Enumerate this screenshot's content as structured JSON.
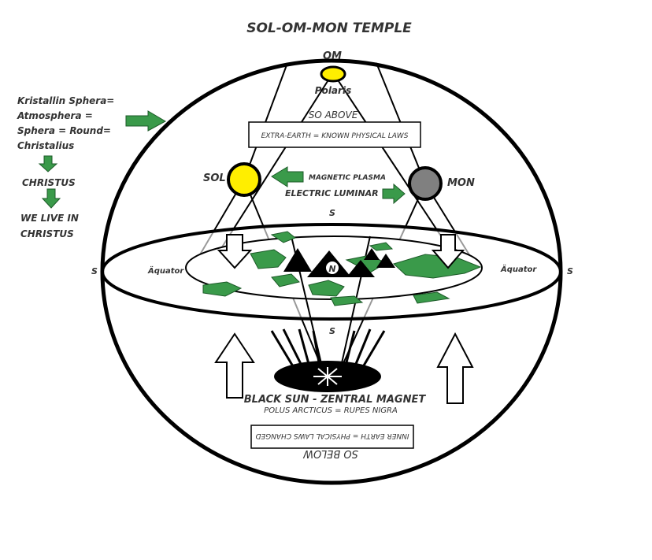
{
  "title": "SOL-OM-MON TEMPLE",
  "om": "OM",
  "polaris": "Polaris",
  "so_above": "SO ABOVE",
  "extra_earth": "EXTRA-EARTH = KNOWN PHYSICAL LAWS",
  "sol": "SOL",
  "mon": "MON",
  "magnetic_plasma": "MAGNETIC PLASMA",
  "electric_luminar": "ELECTRIC LUMINAR",
  "left_text": [
    "Kristallin Sphera=",
    "Atmosphera =",
    "Sphera = Round=",
    "Christalius"
  ],
  "christus": "CHRISTUS",
  "we_live": [
    "WE LIVE IN",
    "CHRISTUS"
  ],
  "s_label": "S",
  "aquator": "Äquator",
  "n_label": "N",
  "black_sun": "BLACK SUN - ZENTRAL MAGNET",
  "polus": "POLUS ARCTICUS = RUPES NIGRA",
  "inner_earth": "INNER EARTH = PHYSICAL LAWS CHANGED",
  "so_below": "SO BELOW",
  "colors": {
    "green": "#3a9a4a",
    "yellow": "#ffee00",
    "moon": "#808080"
  }
}
